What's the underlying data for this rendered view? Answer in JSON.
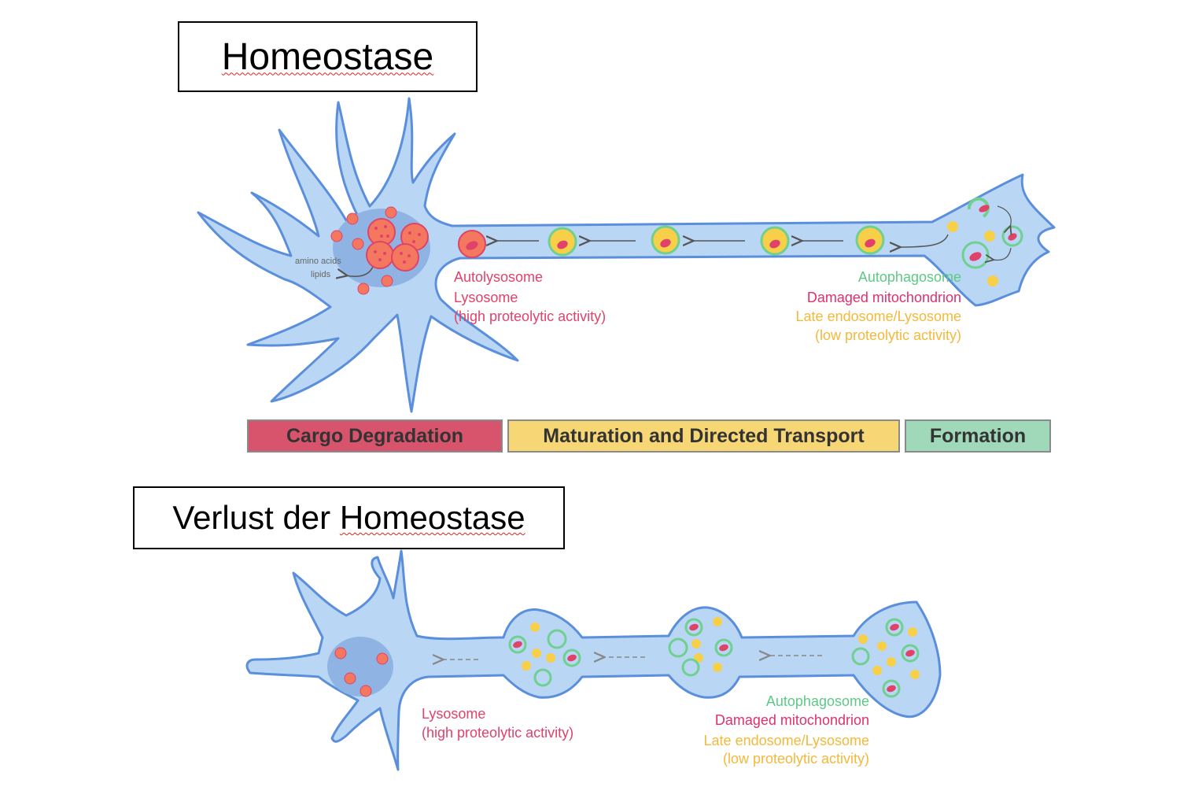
{
  "titles": {
    "top": "Homeostase",
    "bottom_prefix": "Verlust der ",
    "bottom_word": "Homeostase"
  },
  "top_cell": {
    "soma_text": {
      "line1": "amino acids",
      "line2": "lipids"
    },
    "left_labels": {
      "autolysosome": "Autolysosome",
      "lysosome": "Lysosome",
      "activity": "(high proteolytic activity)"
    },
    "right_labels": {
      "autophagosome": "Autophagosome",
      "mitochondrion": "Damaged mitochondrion",
      "endosome": "Late endosome/Lysosome",
      "activity": "(low proteolytic activity)"
    }
  },
  "stages": {
    "degradation": "Cargo Degradation",
    "transport": "Maturation and Directed Transport",
    "formation": "Formation"
  },
  "bottom_cell": {
    "left_labels": {
      "lysosome": "Lysosome",
      "activity": "(high proteolytic activity)"
    },
    "right_labels": {
      "autophagosome": "Autophagosome",
      "mitochondrion": "Damaged mitochondrion",
      "endosome": "Late endosome/Lysosome",
      "activity": "(low proteolytic activity)"
    }
  },
  "colors": {
    "cell_fill": "#b9d6f4",
    "cell_outline": "#5b8fdc",
    "nucleus": "#8fb4e4",
    "lysosome": "#f3785f",
    "autophagosome": "#6fd08f",
    "mitochondrion": "#e0426a",
    "endosome": "#f8cf49",
    "stage_red": "#d8546d",
    "stage_yellow": "#f6d675",
    "stage_green": "#9fd9b9"
  }
}
